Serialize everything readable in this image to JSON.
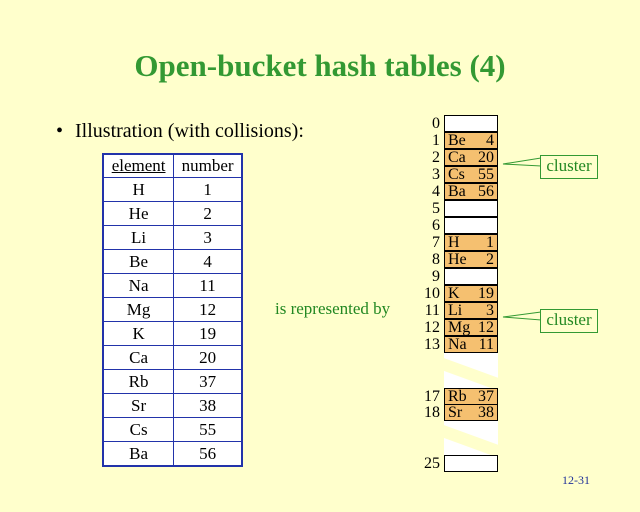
{
  "title": "Open-bucket hash tables (4)",
  "bullet": "Illustration (with collisions):",
  "table": {
    "headers": [
      "element",
      "number"
    ],
    "rows": [
      [
        "H",
        "1"
      ],
      [
        "He",
        "2"
      ],
      [
        "Li",
        "3"
      ],
      [
        "Be",
        "4"
      ],
      [
        "Na",
        "11"
      ],
      [
        "Mg",
        "12"
      ],
      [
        "K",
        "19"
      ],
      [
        "Ca",
        "20"
      ],
      [
        "Rb",
        "37"
      ],
      [
        "Sr",
        "38"
      ],
      [
        "Cs",
        "55"
      ],
      [
        "Ba",
        "56"
      ]
    ]
  },
  "represented": "is represented by",
  "hash": [
    {
      "i": "0",
      "k": "",
      "v": ""
    },
    {
      "i": "1",
      "k": "Be",
      "v": "4"
    },
    {
      "i": "2",
      "k": "Ca",
      "v": "20"
    },
    {
      "i": "3",
      "k": "Cs",
      "v": "55"
    },
    {
      "i": "4",
      "k": "Ba",
      "v": "56"
    },
    {
      "i": "5",
      "k": "",
      "v": ""
    },
    {
      "i": "6",
      "k": "",
      "v": ""
    },
    {
      "i": "7",
      "k": "H",
      "v": "1"
    },
    {
      "i": "8",
      "k": "He",
      "v": "2"
    },
    {
      "i": "9",
      "k": "",
      "v": ""
    },
    {
      "i": "10",
      "k": "K",
      "v": "19"
    },
    {
      "i": "11",
      "k": "Li",
      "v": "3"
    },
    {
      "i": "12",
      "k": "Mg",
      "v": "12"
    },
    {
      "i": "13",
      "k": "Na",
      "v": "11"
    },
    {
      "i": "17",
      "k": "Rb",
      "v": "37"
    },
    {
      "i": "18",
      "k": "Sr",
      "v": "38"
    },
    {
      "i": "25",
      "k": "",
      "v": ""
    }
  ],
  "cluster_label": "cluster",
  "page": "12-31"
}
